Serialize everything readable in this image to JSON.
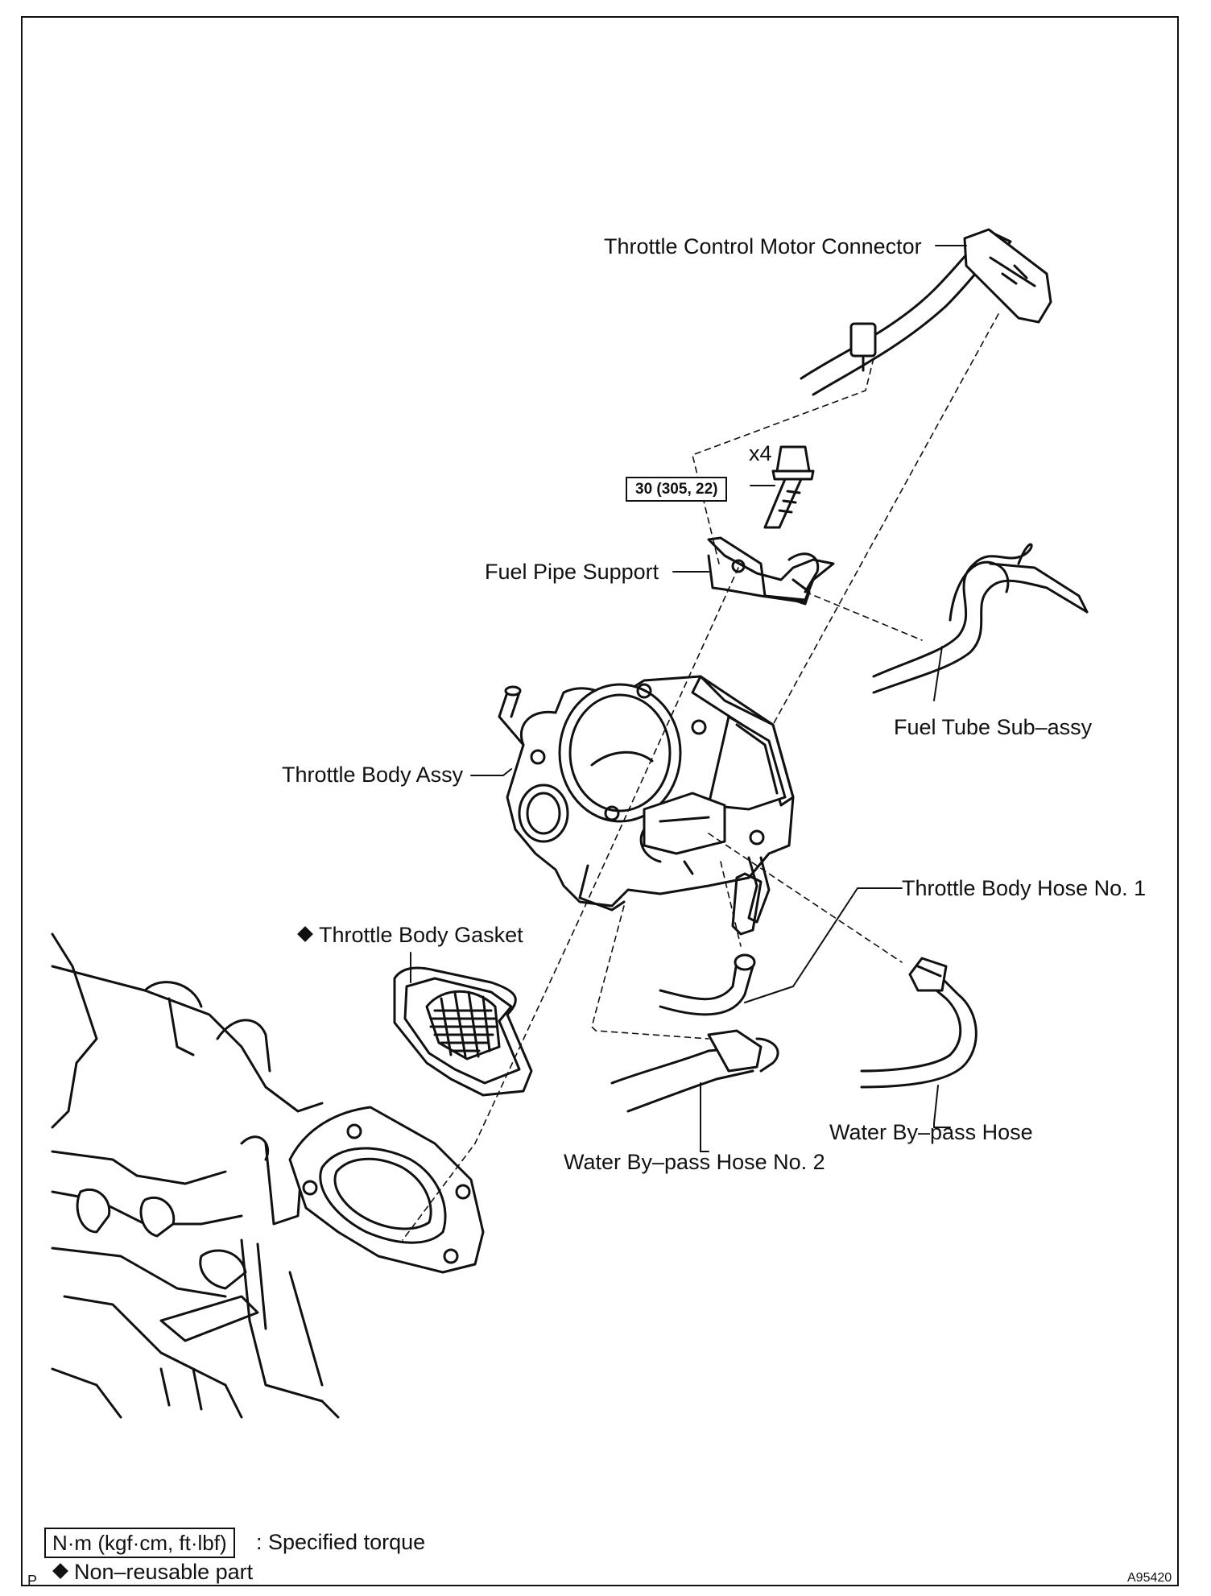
{
  "figure_id": "A95420",
  "corner_mark": "P",
  "labels": {
    "throttle_control_motor_connector": "Throttle Control Motor Connector",
    "bolt_count": "x4",
    "fuel_pipe_support": "Fuel Pipe Support",
    "fuel_tube_sub_assy": "Fuel Tube Sub–assy",
    "throttle_body_assy": "Throttle Body Assy",
    "throttle_body_hose_no1": "Throttle Body Hose No. 1",
    "throttle_body_gasket": "Throttle Body Gasket",
    "water_bypass_hose": "Water By–pass Hose",
    "water_bypass_hose_no2": "Water By–pass Hose No. 2"
  },
  "torque_spec": "30 (305, 22)",
  "legend": {
    "torque_unit": "N·m (kgf·cm, ft·lbf)",
    "torque_text": ": Specified torque",
    "non_reusable_text": "Non–reusable part"
  }
}
